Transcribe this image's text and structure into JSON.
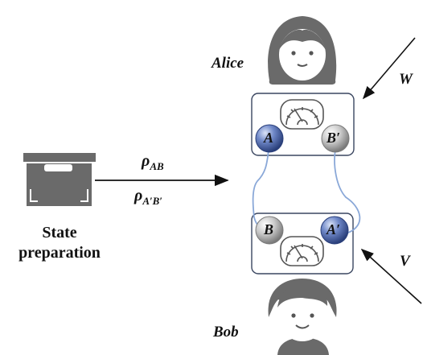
{
  "labels": {
    "alice": "Alice",
    "bob": "Bob",
    "w": "W",
    "v": "V",
    "state_line1": "State",
    "state_line2": "preparation"
  },
  "state": {
    "rho1_symbol": "ρ",
    "rho1_sub": "AB",
    "rho2_symbol": "ρ",
    "rho2_sub": "A′B′"
  },
  "particles": {
    "alice_left": "A",
    "alice_right": "B′",
    "bob_left": "B",
    "bob_right": "A′"
  },
  "colors": {
    "blue_particle": "#3d5a9e",
    "gray_particle": "#9a9a9a",
    "entangle_link": "#8aa8d8",
    "person_hair": "#6a6a6a",
    "box_icon": "#6a6a6a"
  }
}
